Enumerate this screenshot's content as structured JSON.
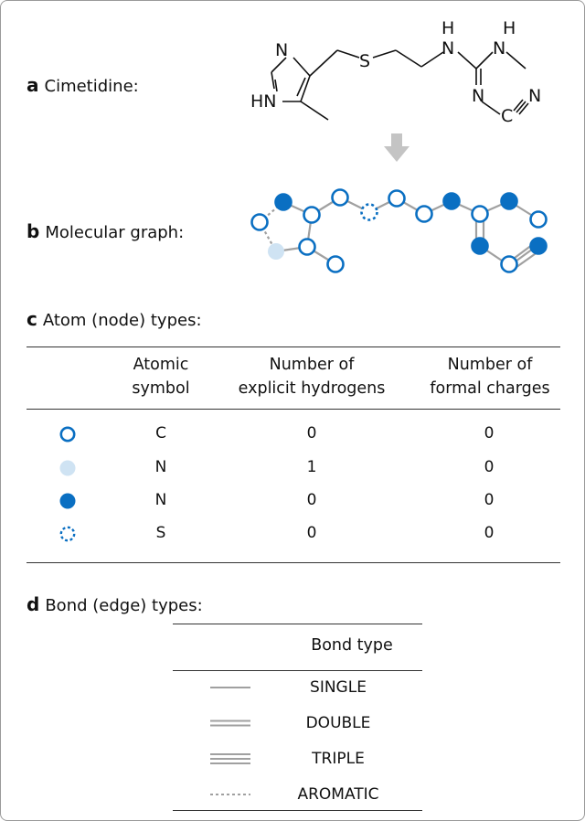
{
  "colors": {
    "atom_ring": "#0a6fc2",
    "atom_fill": "#0a6fc2",
    "atom_light": "#cfe3f3",
    "bond": "#a0a0a0",
    "skeleton": "#111111"
  },
  "panel_a": {
    "letter": "a",
    "label": "Cimetidine:",
    "atoms": {
      "n1": "N",
      "hn": "HN",
      "s": "S",
      "n_top": "N",
      "h_top": "H",
      "n_right": "N",
      "h_right": "H",
      "n_imine": "N",
      "c": "C",
      "n_term": "N"
    }
  },
  "panel_b": {
    "letter": "b",
    "label": "Molecular graph:",
    "arrow_icon": "down-arrow-icon"
  },
  "panel_c": {
    "letter": "c",
    "label": "Atom (node) types:",
    "headers": [
      [
        "Atomic",
        "symbol"
      ],
      [
        "Number of",
        "explicit hydrogens"
      ],
      [
        "Number of",
        "formal charges"
      ]
    ],
    "rows": [
      {
        "icon": "open-circle-icon",
        "symbol": "C",
        "hydrogens": "0",
        "charges": "0"
      },
      {
        "icon": "light-circle-icon",
        "symbol": "N",
        "hydrogens": "1",
        "charges": "0"
      },
      {
        "icon": "filled-circle-icon",
        "symbol": "N",
        "hydrogens": "0",
        "charges": "0"
      },
      {
        "icon": "dashed-circle-icon",
        "symbol": "S",
        "hydrogens": "0",
        "charges": "0"
      }
    ]
  },
  "panel_d": {
    "letter": "d",
    "label": "Bond (edge) types:",
    "header": "Bond type",
    "rows": [
      {
        "icon": "single-line-icon",
        "type": "SINGLE"
      },
      {
        "icon": "double-line-icon",
        "type": "DOUBLE"
      },
      {
        "icon": "triple-line-icon",
        "type": "TRIPLE"
      },
      {
        "icon": "dashed-line-icon",
        "type": "AROMATIC"
      }
    ]
  }
}
